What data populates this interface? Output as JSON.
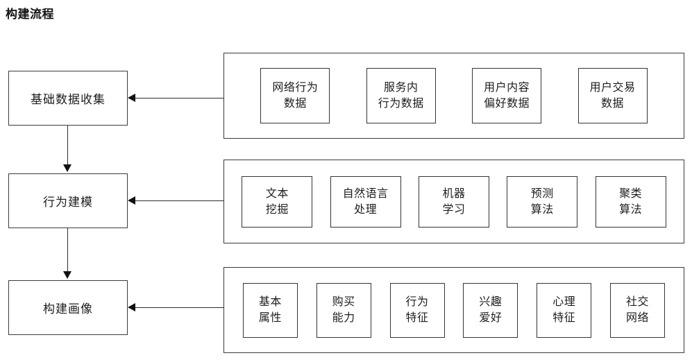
{
  "page": {
    "title": "构建流程",
    "background": "#ffffff",
    "line_color": "#2b2b2b",
    "box_border_color": "#3a3a3a",
    "text_color": "#1d1d1d"
  },
  "flow": {
    "stages": [
      {
        "id": "stage-0",
        "label": "基础数据收集"
      },
      {
        "id": "stage-1",
        "label": "行为建模"
      },
      {
        "id": "stage-2",
        "label": "构建画像"
      }
    ],
    "groups": [
      {
        "id": "group-0",
        "feeds_stage": "基础数据收集",
        "items": [
          {
            "line1": "网络行为",
            "line2": "数据"
          },
          {
            "line1": "服务内",
            "line2": "行为数据"
          },
          {
            "line1": "用户内容",
            "line2": "偏好数据"
          },
          {
            "line1": "用户交易",
            "line2": "数据"
          }
        ]
      },
      {
        "id": "group-1",
        "feeds_stage": "行为建模",
        "items": [
          {
            "line1": "文本",
            "line2": "挖掘"
          },
          {
            "line1": "自然语言",
            "line2": "处理"
          },
          {
            "line1": "机器",
            "line2": "学习"
          },
          {
            "line1": "预测",
            "line2": "算法"
          },
          {
            "line1": "聚类",
            "line2": "算法"
          }
        ]
      },
      {
        "id": "group-2",
        "feeds_stage": "构建画像",
        "items": [
          {
            "line1": "基本",
            "line2": "属性"
          },
          {
            "line1": "购买",
            "line2": "能力"
          },
          {
            "line1": "行为",
            "line2": "特征"
          },
          {
            "line1": "兴趣",
            "line2": "爱好"
          },
          {
            "line1": "心理",
            "line2": "特征"
          },
          {
            "line1": "社交",
            "line2": "网络"
          }
        ]
      }
    ],
    "connectors": [
      {
        "id": "link-h-0",
        "from": "group-0",
        "to": "stage-0",
        "direction": "left"
      },
      {
        "id": "link-h-1",
        "from": "group-1",
        "to": "stage-1",
        "direction": "left"
      },
      {
        "id": "link-h-2",
        "from": "group-2",
        "to": "stage-2",
        "direction": "left"
      },
      {
        "id": "link-v-0",
        "from": "stage-0",
        "to": "stage-1",
        "direction": "down"
      },
      {
        "id": "link-v-1",
        "from": "stage-1",
        "to": "stage-2",
        "direction": "down"
      }
    ]
  }
}
